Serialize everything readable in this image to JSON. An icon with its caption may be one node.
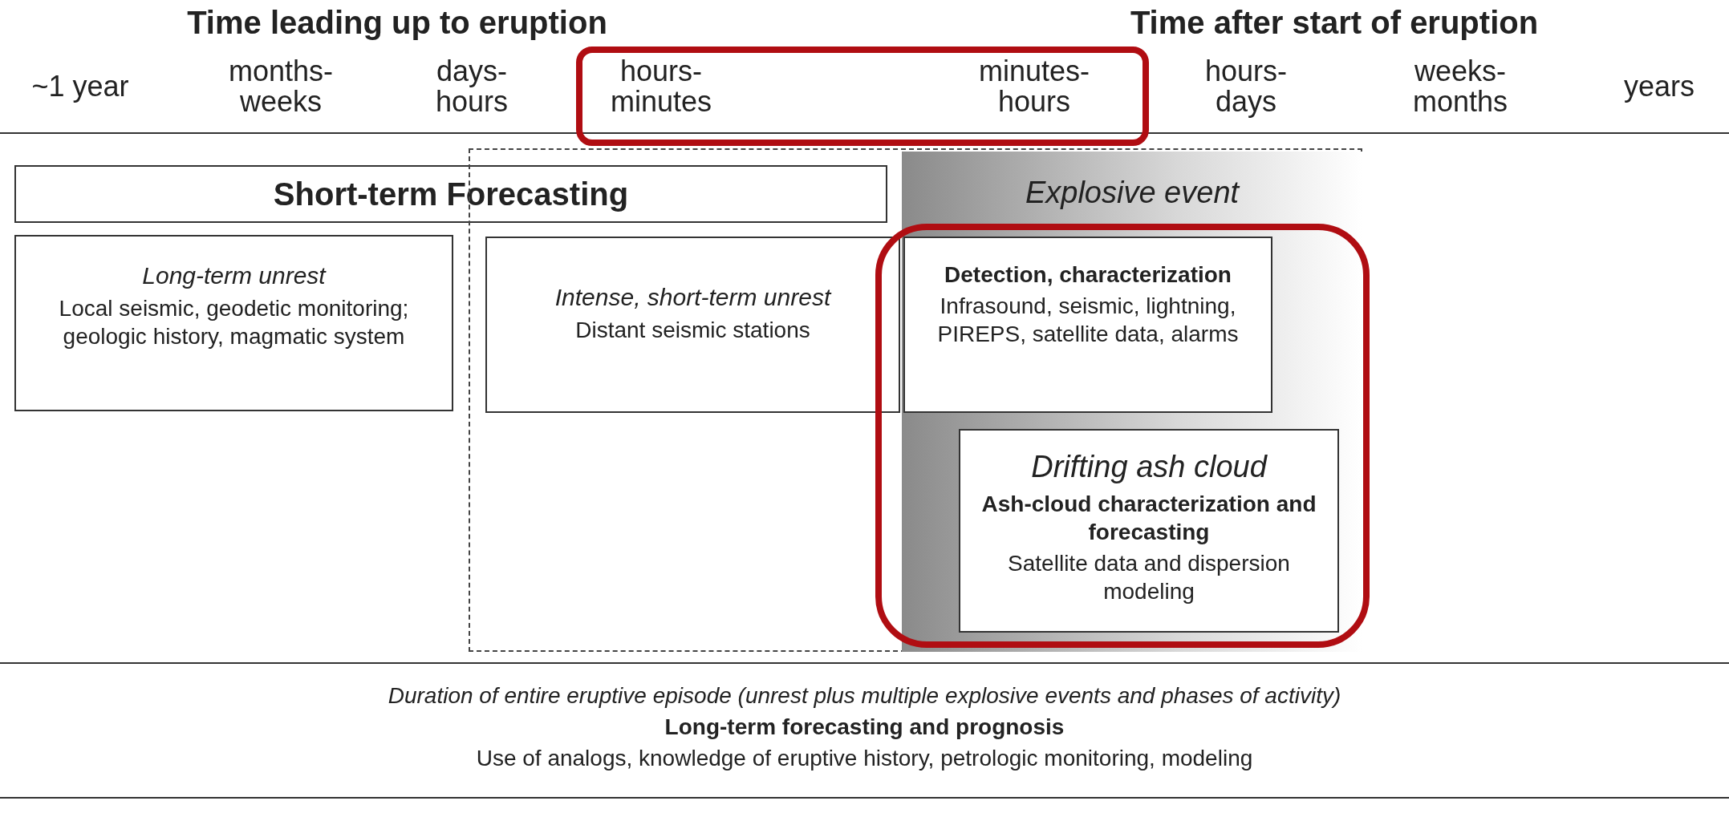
{
  "diagram": {
    "nodes": [
      {
        "text": [
          "Short-term Forecasting"
        ]
      },
      {
        "text": [
          "Long-term unrest",
          "Local seismic, geodetic monitoring; geologic history, magmatic system"
        ]
      },
      {
        "text": [],
        "shape": "box"
      },
      {
        "text": [
          "Intense, short-term unrest",
          "Distant seismic stations"
        ],
        "in": 2
      },
      {
        "text": [
          "Explosive event"
        ],
        "in": 2
      },
      {
        "text": [
          "Detection, characterization",
          "Infrasound, seismic, lightning, PIREPS, satellite data, alarms"
        ],
        "in": 4
      },
      {
        "text": [
          "Drifting ash cloud",
          "Ash-cloud characterization and forecasting",
          "Satellite data and dispersion modeling"
        ],
        "in": 4
      },
      {
        "text": [
          "Duration of entire eruptive episode (unrest plus multiple explosive events and phases of activity)",
          "Long-term forecasting and prognosis",
          "Use of analogs, knowledge of eruptive history, petrologic monitoring, modeling"
        ]
      }
    ],
    "labels": [
      "Time leading up to eruption",
      "Time after start of eruption",
      "~1 year",
      "months- weeks",
      "days- hours",
      "hours- minutes",
      "minutes- hours",
      "hours- days",
      "weeks- months",
      "years"
    ]
  }
}
